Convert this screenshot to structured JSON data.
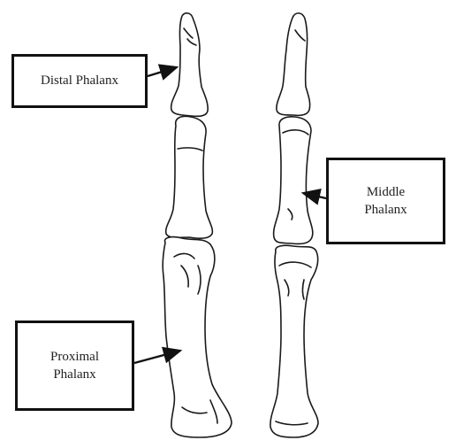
{
  "diagram": {
    "labels": {
      "distal": "Distal Phalanx",
      "middle": "Middle\nPhalanx",
      "proximal": "Proximal\nPhalanx"
    },
    "colors": {
      "outline": "#1a1a1a",
      "bone_fill": "#ffffff",
      "box_border": "#111111",
      "text": "#222222"
    }
  }
}
